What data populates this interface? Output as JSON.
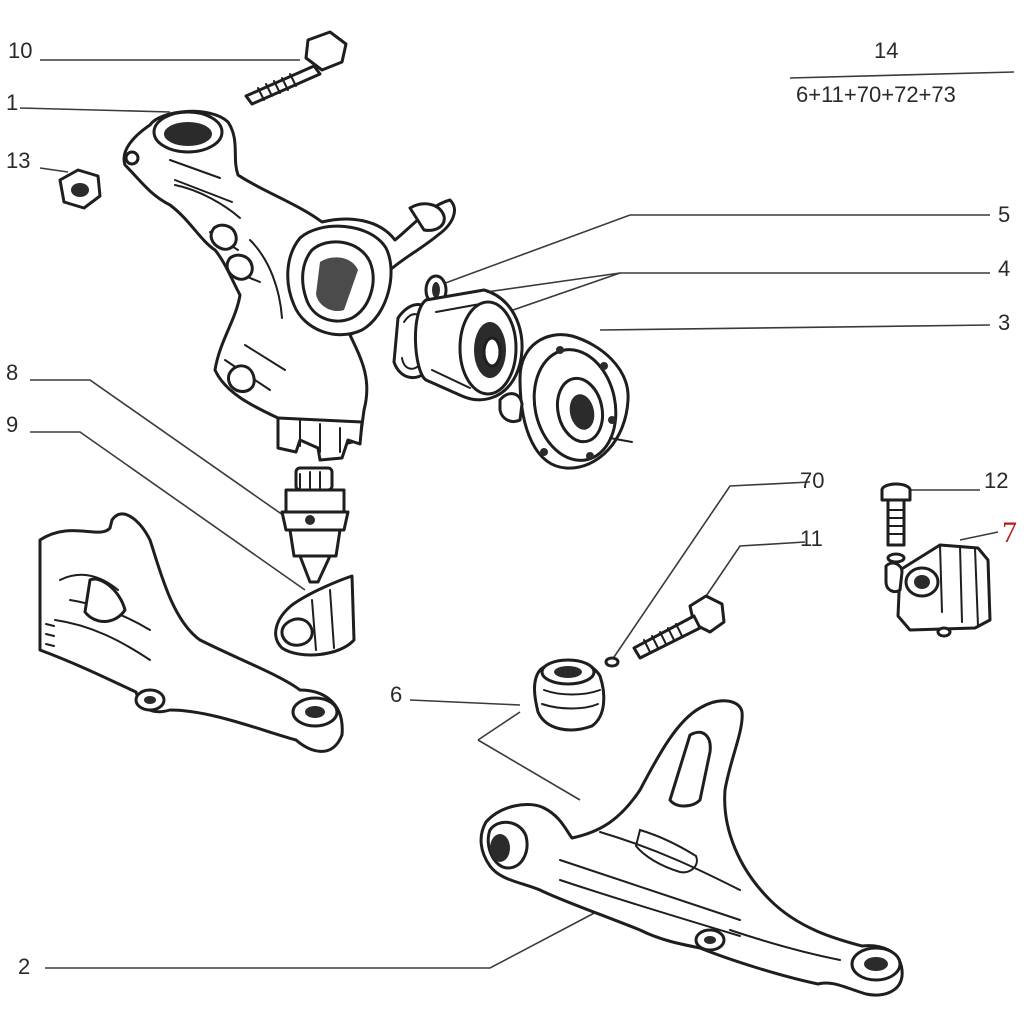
{
  "callouts": [
    {
      "id": "c10",
      "text": "10"
    },
    {
      "id": "c1",
      "text": "1"
    },
    {
      "id": "c13",
      "text": "13"
    },
    {
      "id": "c14",
      "text": "14"
    },
    {
      "id": "c14sub",
      "text": "6+11+70+72+73"
    },
    {
      "id": "c5",
      "text": "5"
    },
    {
      "id": "c4",
      "text": "4"
    },
    {
      "id": "c3",
      "text": "3"
    },
    {
      "id": "c8",
      "text": "8"
    },
    {
      "id": "c9",
      "text": "9"
    },
    {
      "id": "c70",
      "text": "70"
    },
    {
      "id": "c11",
      "text": "11"
    },
    {
      "id": "c12",
      "text": "12"
    },
    {
      "id": "c7",
      "text": "7"
    },
    {
      "id": "c6",
      "text": "6"
    },
    {
      "id": "c2",
      "text": "2"
    }
  ],
  "colors": {
    "line": "#1e1e1e",
    "label": "#2a2a2a",
    "highlight": "#b3201b",
    "background": "#ffffff"
  }
}
